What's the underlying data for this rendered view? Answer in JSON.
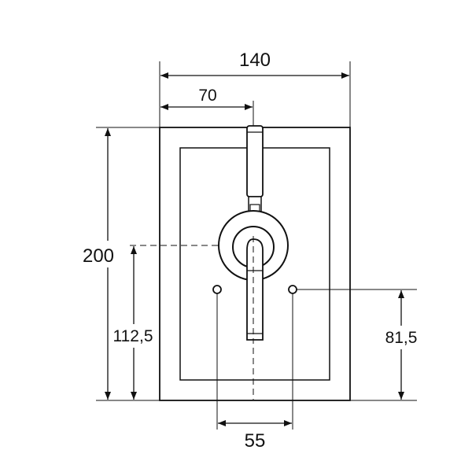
{
  "dimensions": {
    "width_total": "140",
    "width_half": "70",
    "height_total": "200",
    "height_center": "112,5",
    "height_holes": "81,5",
    "hole_spacing": "55"
  }
}
